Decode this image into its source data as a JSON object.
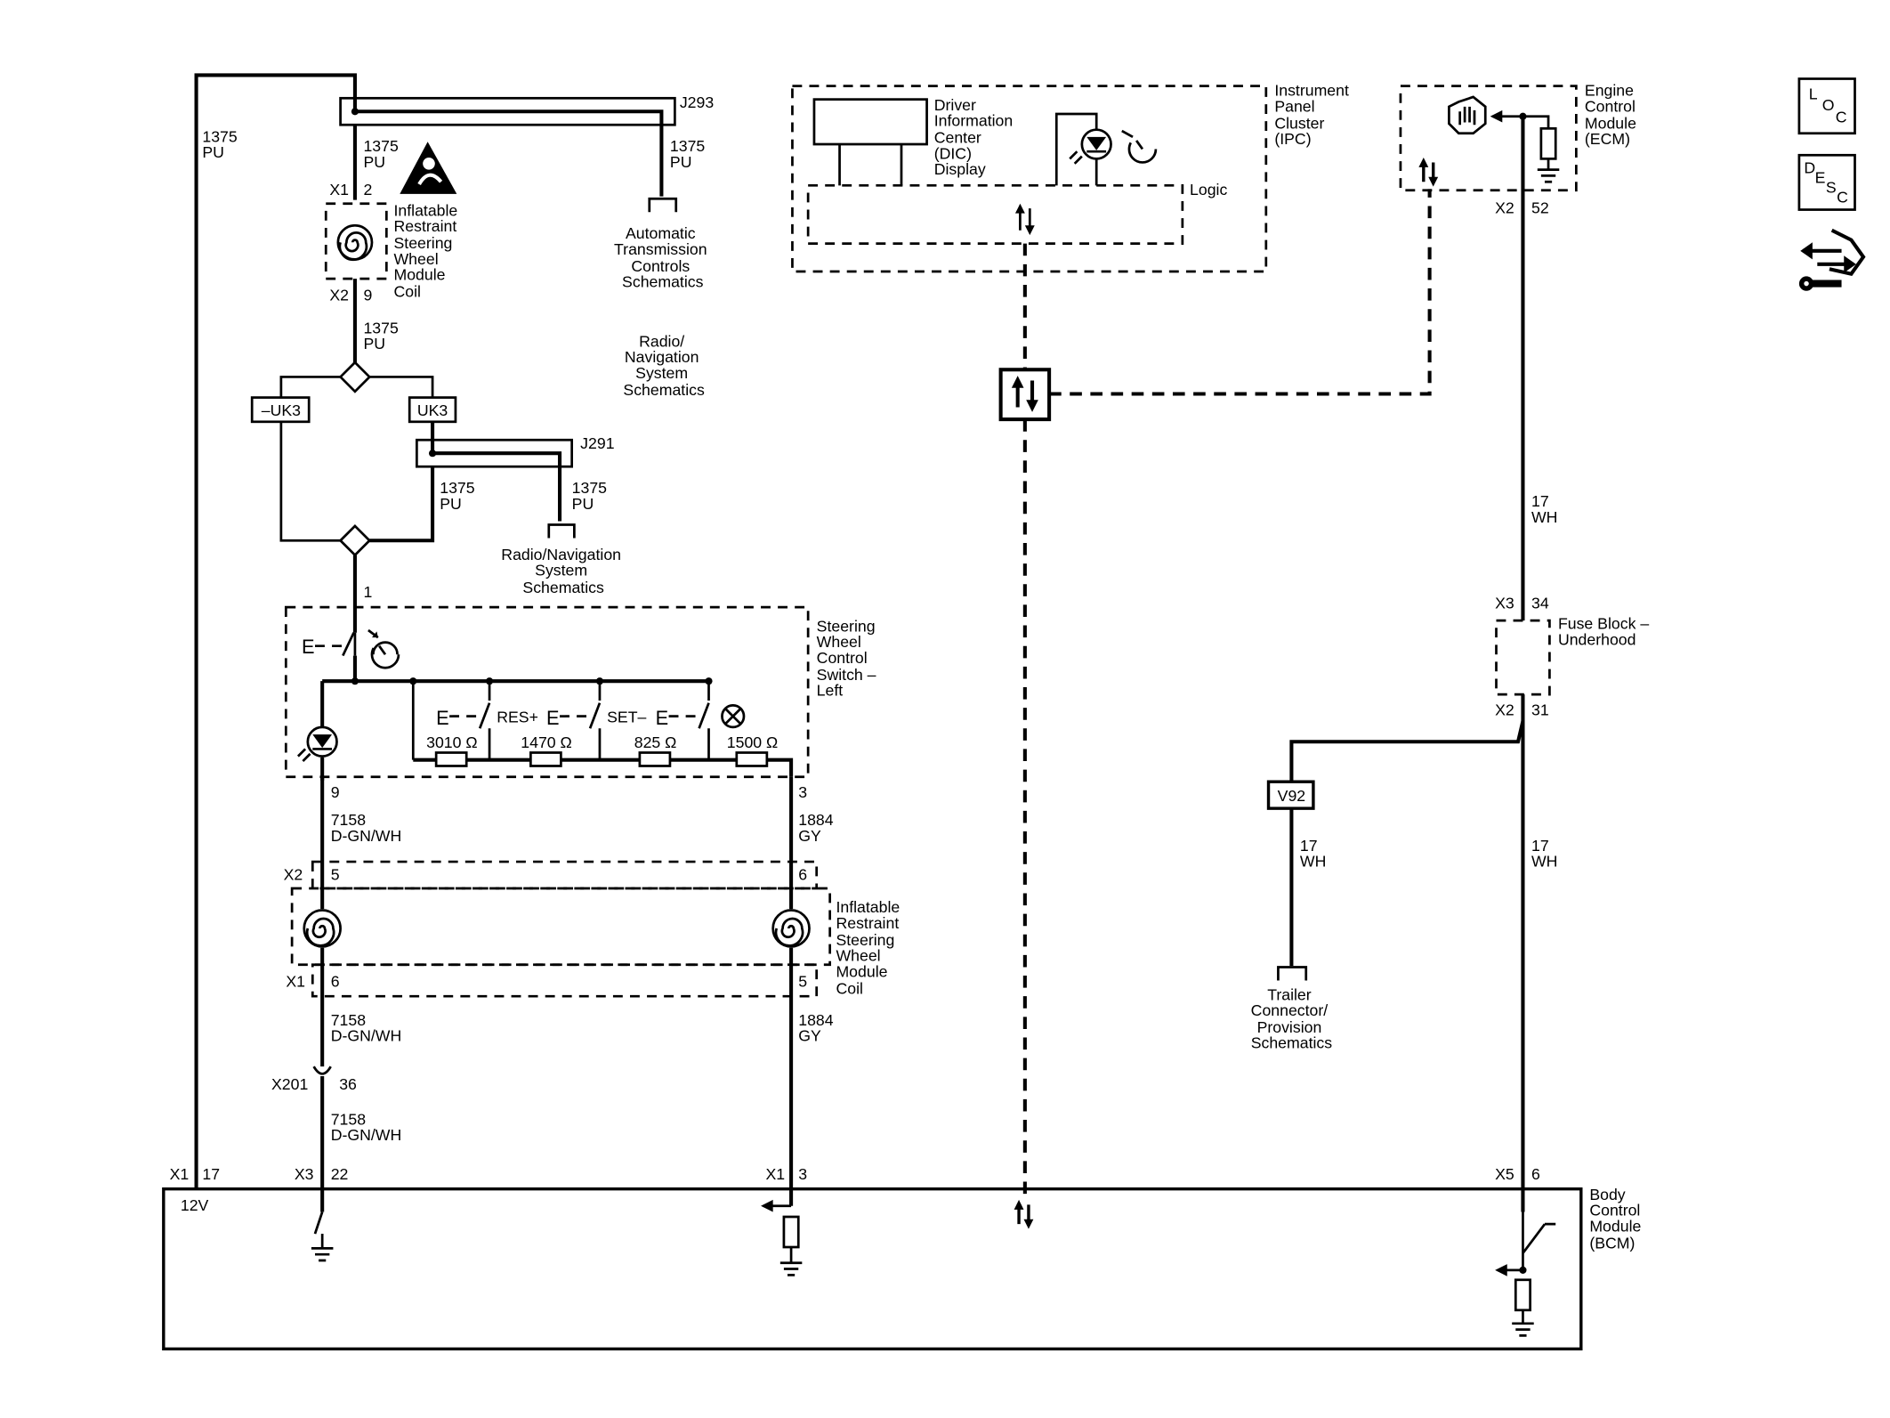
{
  "connectors": {
    "j293": "J293",
    "j291": "J291",
    "x1": "X1",
    "x2": "X2",
    "x3": "X3",
    "x5": "X5",
    "x201": "X201"
  },
  "wires": {
    "c1375": "1375",
    "pu": "PU",
    "c7158": "7158",
    "dgnwh": "D-GN/WH",
    "c1884": "1884",
    "gy": "GY",
    "c17": "17",
    "wh": "WH"
  },
  "pins": {
    "p1": "1",
    "p2": "2",
    "p3": "3",
    "p5": "5",
    "p6": "6",
    "p9": "9",
    "p17": "17",
    "p22": "22",
    "p31": "31",
    "p34": "34",
    "p36": "36",
    "p52": "52"
  },
  "options": {
    "uk3": "UK3",
    "not_uk3": "–UK3",
    "v92": "V92"
  },
  "components": {
    "airbag_coil_top": [
      "Inflatable",
      "Restraint",
      "Steering",
      "Wheel",
      "Module",
      "Coil"
    ],
    "airbag_coil_bottom": [
      "Inflatable",
      "Restraint",
      "Steering",
      "Wheel",
      "Module",
      "Coil"
    ],
    "swc_switch": [
      "Steering",
      "Wheel",
      "Control",
      "Switch –",
      "Left"
    ],
    "ipc": [
      "Instrument",
      "Panel",
      "Cluster",
      "(IPC)"
    ],
    "dic": [
      "Driver",
      "Information",
      "Center",
      "(DIC)",
      "Display"
    ],
    "logic": "Logic",
    "ecm": [
      "Engine",
      "Control",
      "Module",
      "(ECM)"
    ],
    "fuse_block": [
      "Fuse Block –",
      "Underhood"
    ],
    "bcm": [
      "Body",
      "Control",
      "Module",
      "(BCM)"
    ],
    "v12": "12V"
  },
  "references": {
    "trans": [
      "Automatic",
      "Transmission",
      "Controls",
      "Schematics"
    ],
    "radio_top": [
      "Radio/",
      "Navigation",
      "System",
      "Schematics"
    ],
    "radio_bottom": [
      "Radio/Navigation",
      "System",
      "Schematics"
    ],
    "trailer": [
      "Trailer",
      "Connector/",
      "Provision",
      "Schematics"
    ]
  },
  "switch_labels": {
    "res": "RES+",
    "set": "SET–"
  },
  "resistors": {
    "r1": "3010 Ω",
    "r2": "1470 Ω",
    "r3": "825 Ω",
    "r4": "1500 Ω"
  },
  "nav_icons": {
    "loc": {
      "l1": "L",
      "l2": "O",
      "l3": "C"
    },
    "desc": {
      "l1": "D",
      "l2": "E",
      "l3": "S",
      "l4": "C"
    }
  }
}
